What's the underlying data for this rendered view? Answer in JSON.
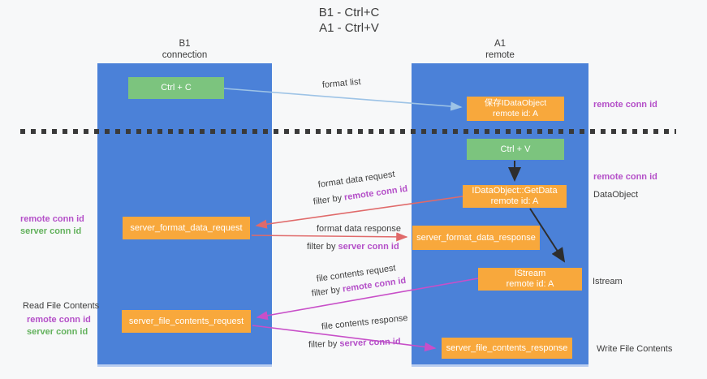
{
  "title": {
    "line1": "B1 - Ctrl+C",
    "line2": "A1 - Ctrl+V"
  },
  "lanes": {
    "left": {
      "title": "B1",
      "subtitle": "connection"
    },
    "right": {
      "title": "A1",
      "subtitle": "remote"
    }
  },
  "boxes": {
    "ctrl_c": {
      "label": "Ctrl + C"
    },
    "ctrl_v": {
      "label": "Ctrl + V"
    },
    "save_dataobject": {
      "line1": "保存IDataObject",
      "line2": "remote id: A"
    },
    "getdata": {
      "line1": "IDataObject::GetData",
      "line2": "remote id: A"
    },
    "istream": {
      "line1": "IStream",
      "line2": "remote id: A"
    },
    "server_format_data_request": {
      "label": "server_format_data_request"
    },
    "server_format_data_response": {
      "label": "server_format_data_response"
    },
    "server_file_contents_request": {
      "label": "server_file_contents_request"
    },
    "server_file_contents_response": {
      "label": "server_file_contents_response"
    }
  },
  "flow_labels": {
    "format_list": "format list",
    "format_data_request": "format data request",
    "format_data_response": "format data response",
    "file_contents_request": "file contents request",
    "file_contents_response": "file contents response",
    "filter_by": "filter by"
  },
  "ids": {
    "remote_conn_id": "remote conn id",
    "server_conn_id": "server conn id"
  },
  "side_labels": {
    "read_file_contents": "Read File Contents",
    "write_file_contents": "Write File Contents",
    "dataobject": "DataObject",
    "istream": "Istream"
  },
  "colors": {
    "lane_blue": "#4b81d8",
    "box_orange": "#f8a83c",
    "box_green": "#7cc47e",
    "arrow_light_blue": "#9dc3e6",
    "arrow_red": "#e06a6a",
    "arrow_magenta": "#c84fc8",
    "arrow_black": "#2d2d2d",
    "text_purple": "#b44fc8",
    "text_green": "#62b15c",
    "text_dark": "#3c3c3c",
    "background": "#f7f8f9"
  }
}
